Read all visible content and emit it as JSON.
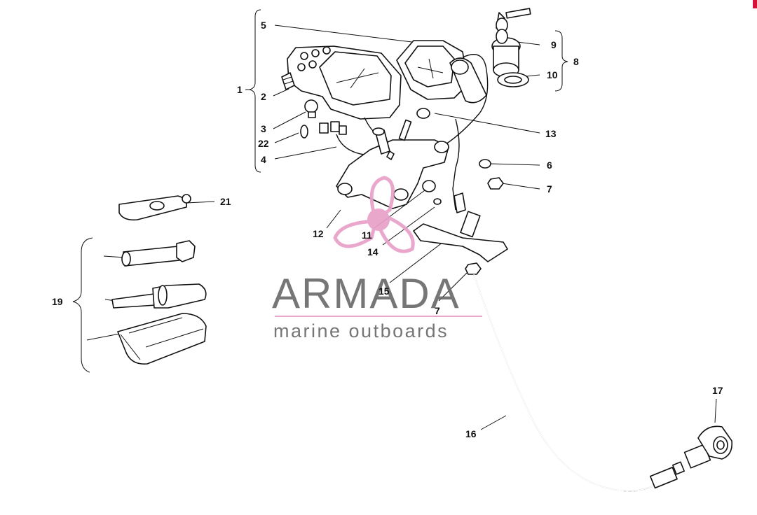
{
  "callouts": [
    "1",
    "2",
    "3",
    "22",
    "4",
    "5",
    "9",
    "8",
    "10",
    "13",
    "6",
    "7",
    "21",
    "12",
    "11",
    "14",
    "15",
    "7",
    "19",
    "16",
    "17"
  ],
  "watermark": {
    "brand": "ARMADA",
    "tagline": "marine outboards",
    "brand_color": "#e8a0c8",
    "text_color": "#6b6b6b"
  },
  "icons": [
    "speedometer-icon",
    "tachometer-icon",
    "ignition-switch-icon",
    "key-icon",
    "bulb-icon",
    "wrench-icon",
    "screwdriver-icon",
    "tool-pouch-icon",
    "strap-icon",
    "speedometer-cable-icon",
    "drive-gear-icon"
  ],
  "corner_mark_color": "#d6123a"
}
